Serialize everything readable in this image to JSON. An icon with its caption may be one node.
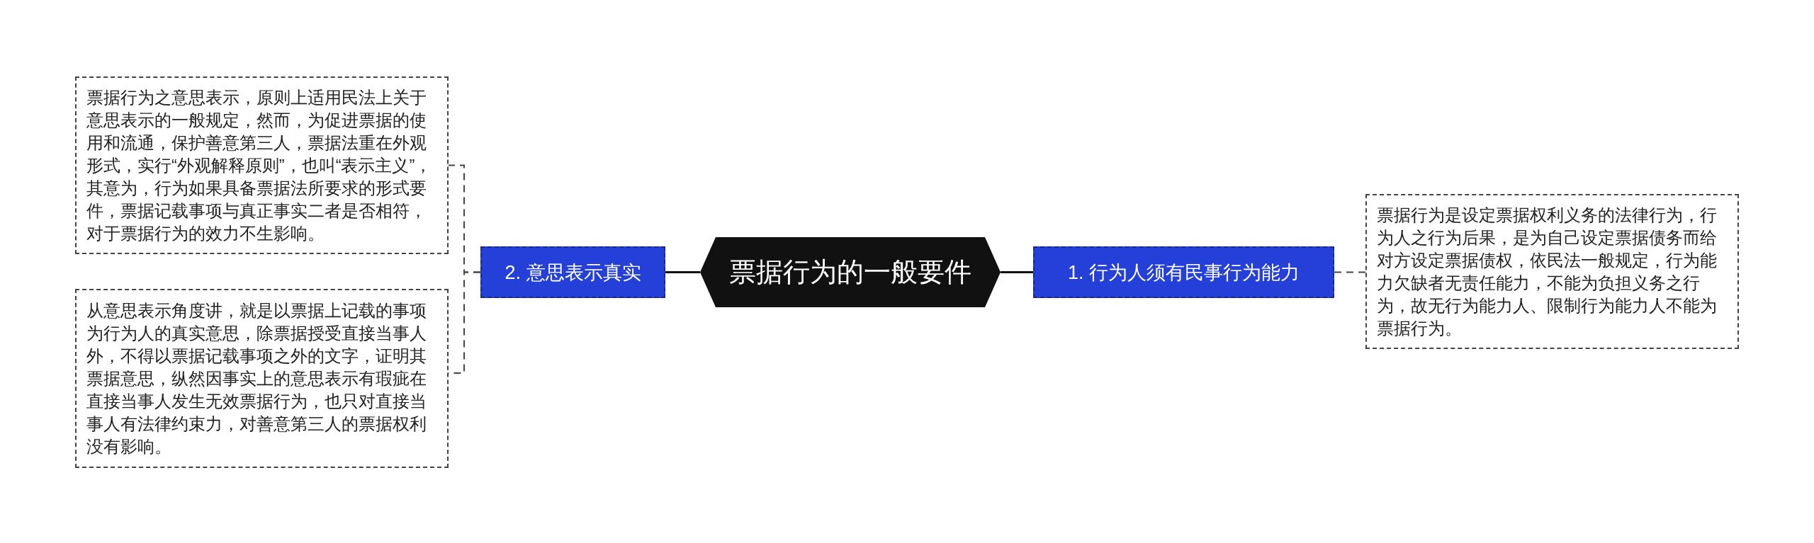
{
  "diagram": {
    "nodes": [
      {
        "text": [
          "票据行为的一般要件"
        ]
      },
      {
        "text": [
          "1. 行为人须有民事行为能力"
        ]
      },
      {
        "text": [
          "票据行为是设定票据权利义务的法律行为，行为人之行为后果，是为自己设定票据债务而给对方设定票据债权，依民法一般规定，行为能力欠缺者无责任能力，不能为负担义务之行为，故无行为能力人、限制行为能力人不能为票据行为。"
        ]
      },
      {
        "text": [
          "2. 意思表示真实"
        ]
      },
      {
        "text": [
          "票据行为之意思表示，原则上适用民法上关于意思表示的一般规定，然而，为促进票据的使用和流通，保护善意第三人，票据法重在外观形式，实行“外观解释原则”，也叫“表示主义”，其意为，行为如果具备票据法所要求的形式要件，票据记载事项与真正事实二者是否相符，对于票据行为的效力不生影响。"
        ]
      },
      {
        "text": [
          "从意思表示角度讲，就是以票据上记载的事项为行为人的真实意思，除票据授受直接当事人外，不得以票据记载事项之外的文字，证明其票据意思，纵然因事实上的意思表示有瑕疵在直接当事人发生无效票据行为，也只对直接当事人有法律约束力，对善意第三人的票据权利没有影响。"
        ]
      }
    ],
    "edges": [
      {
        "from": 0,
        "to": 1,
        "arrow": "none"
      },
      {
        "from": 1,
        "to": 2,
        "arrow": "none",
        "style": "dashed"
      },
      {
        "from": 0,
        "to": 3,
        "arrow": "none"
      },
      {
        "from": 3,
        "to": 4,
        "arrow": "none",
        "style": "dashed"
      },
      {
        "from": 3,
        "to": 5,
        "arrow": "none",
        "style": "dashed"
      }
    ]
  }
}
